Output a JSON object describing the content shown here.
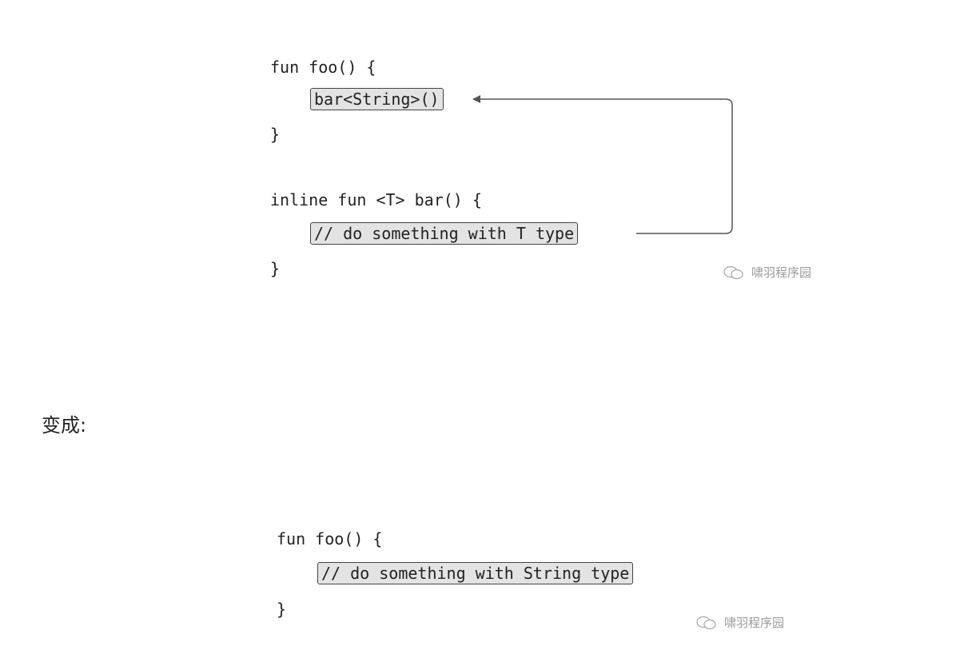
{
  "before": {
    "line1": "fun foo() {",
    "call_box": "bar<String>()",
    "close1": "}",
    "line2": "inline fun <T> bar() {",
    "body_box": "// do something with T type",
    "close2": "}",
    "watermark": "啸羽程序园"
  },
  "caption": "变成:",
  "after": {
    "line1": "fun foo() {",
    "body_box": "// do something with String type",
    "close1": "}",
    "watermark": "啸羽程序园"
  },
  "icons": {
    "watermark": "wechat-icon"
  },
  "colors": {
    "box_fill": "#e3e3e3",
    "box_border": "#444444",
    "arrow": "#555555"
  }
}
